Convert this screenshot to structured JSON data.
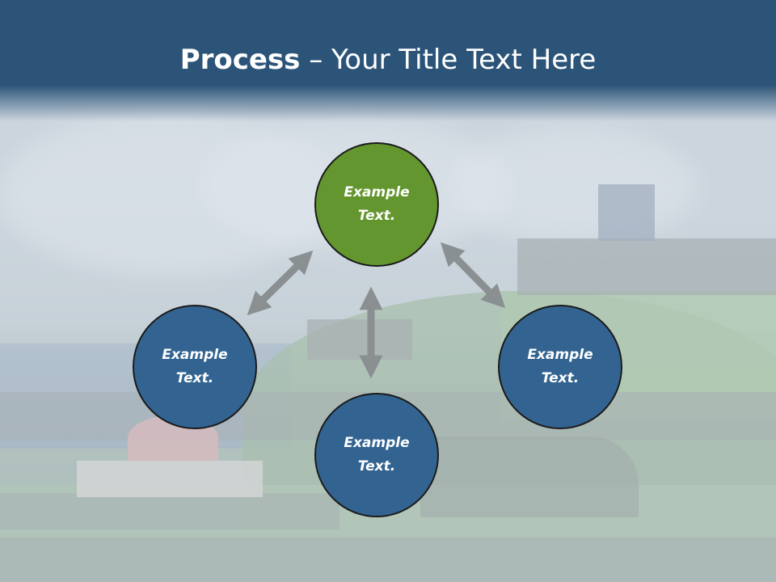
{
  "slide": {
    "title_bold": "Process",
    "title_rest": " – Your Title Text Here"
  },
  "diagram": {
    "nodes": [
      {
        "line1": "Example",
        "line2": "Text.",
        "color": "#64962f"
      },
      {
        "line1": "Example",
        "line2": "Text.",
        "color": "#336491"
      },
      {
        "line1": "Example",
        "line2": "Text.",
        "color": "#336491"
      },
      {
        "line1": "Example",
        "line2": "Text.",
        "color": "#336491"
      }
    ],
    "arrow_color": "#8a8f92"
  }
}
